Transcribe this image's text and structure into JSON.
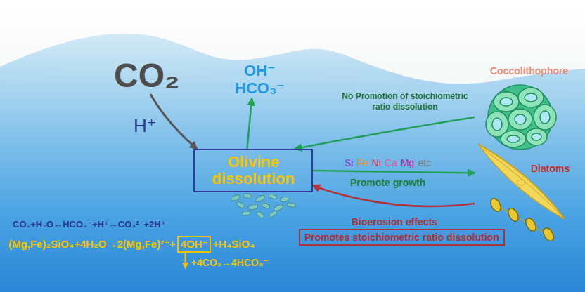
{
  "diagram": {
    "nodes": [
      {
        "text": [
          "CO₂"
        ]
      },
      {
        "text": [
          "Olivine dissolution"
        ]
      },
      {
        "text": [
          "OH⁻",
          "HCO₃⁻"
        ]
      },
      {
        "text": [
          "Coccolithophore"
        ]
      },
      {
        "text": [
          "Diatoms"
        ]
      },
      {
        "text": [
          "Promotes stoichiometric ratio dissolution"
        ]
      },
      {
        "text": [
          "4OH⁻"
        ]
      }
    ],
    "edges": [
      {
        "from": 0,
        "to": 1,
        "label": "H⁺",
        "arrow": "to"
      },
      {
        "from": 1,
        "to": 2,
        "arrow": "to"
      },
      {
        "from": 3,
        "to": 1,
        "label": "No Promotion of stoichiometric ratio dissolution",
        "arrow": "to"
      },
      {
        "from": 1,
        "to": 4,
        "label": "Promote growth",
        "arrow": "to"
      },
      {
        "from": 4,
        "to": 1,
        "label": "Bioerosion effects",
        "arrow": "to"
      }
    ],
    "labels": [
      "Si",
      "Fe",
      "Ni",
      "Ca",
      "Mg",
      "etc",
      "CO₂+H₂O↔HCO₃⁻+H⁺↔CO₃²⁻+2H⁺",
      "(Mg,Fe)₂SiO₄+4H₂O→2(Mg,Fe)²⁺+",
      "+H₄SiO₄",
      "+4CO₂→4HCO₃⁻"
    ]
  }
}
